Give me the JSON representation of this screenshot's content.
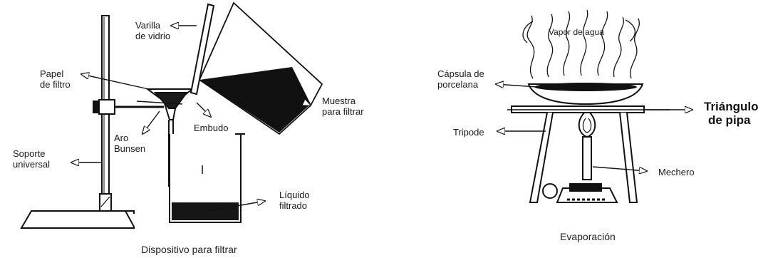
{
  "filtration": {
    "caption": "Dispositivo para filtrar",
    "labels": {
      "varilla_line1": "Varilla",
      "varilla_line2": "de vidrio",
      "papel_line1": "Papel",
      "papel_line2": "de filtro",
      "muestra_line1": "Muestra",
      "muestra_line2": "para filtrar",
      "aro_line1": "Aro",
      "aro_line2": "Bunsen",
      "embudo": "Embudo",
      "soporte_line1": "Soporte",
      "soporte_line2": "universal",
      "liquido_line1": "Líquido",
      "liquido_line2": "filtrado"
    }
  },
  "evaporation": {
    "caption": "Evaporación",
    "labels": {
      "vapor": "Vapor de agua",
      "capsula_line1": "Cápsula de",
      "capsula_line2": "porcelana",
      "triangulo_line1": "Triángulo",
      "triangulo_line2": "de pipa",
      "tripode": "Tripode",
      "mechero": "Mechero"
    }
  }
}
